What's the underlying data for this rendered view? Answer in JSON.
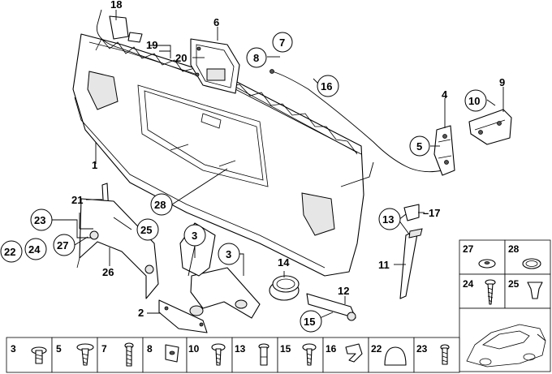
{
  "labels": {
    "p1": "1",
    "p2": "2",
    "p3a": "3",
    "p3b": "3",
    "p4": "4",
    "p5": "5",
    "p6": "6",
    "p7": "7",
    "p8": "8",
    "p9": "9",
    "p10": "10",
    "p11": "11",
    "p12": "12",
    "p13": "13",
    "p14": "14",
    "p15": "15",
    "p16": "16",
    "p17": "17",
    "p18": "18",
    "p19": "19",
    "p20": "20",
    "p21": "21",
    "p22": "22",
    "p23": "23",
    "p24": "24",
    "p25": "25",
    "p26": "26",
    "p27": "27",
    "p28": "28"
  },
  "right_table": {
    "c27": "27",
    "c28": "28",
    "c24": "24",
    "c25": "25"
  },
  "bottom_strip": {
    "c3": "3",
    "c5": "5",
    "c7": "7",
    "c8": "8",
    "c10": "10",
    "c13": "13",
    "c15": "15",
    "c16": "16",
    "c22": "22",
    "c23": "23"
  }
}
